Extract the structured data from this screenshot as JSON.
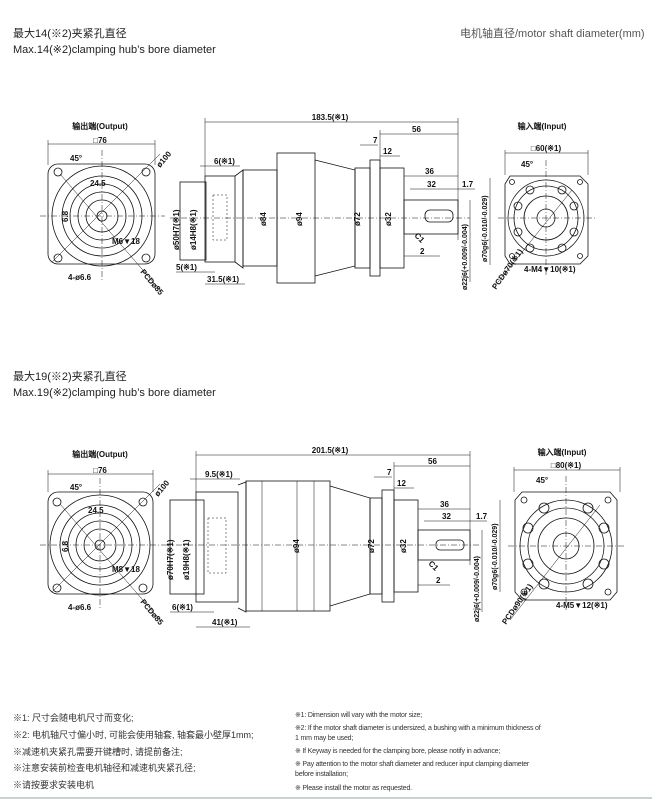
{
  "section1": {
    "title_cn": "最大14(※2)夹紧孔直径",
    "title_en": "Max.14(※2)clamping hub’s bore diameter",
    "unit_label": "电机轴直径/motor shaft diameter(mm)",
    "output_view": {
      "title": "输出端(Output)",
      "square": "□76",
      "angle": "45°",
      "pcd_outer": "ø100",
      "key_width": "24.5",
      "key_height": "6.8",
      "thread": "M6▼18",
      "holes": "4-ø6.6",
      "pcd": "PCDø85"
    },
    "side_view": {
      "overall": "183.5(※1)",
      "d56": "56",
      "d7": "7",
      "d12": "12",
      "d36": "36",
      "d32": "32",
      "d17": "1.7",
      "d2": "2",
      "c1": "C1",
      "d6": "6(※1)",
      "d5": "5(※1)",
      "d315": "31.5(※1)",
      "bore_pilot": "ø50H7(※1)",
      "bore_hub": "ø14H8(※1)",
      "dia84": "ø84",
      "dia94": "ø94",
      "dia72": "ø72",
      "dia32": "ø32",
      "pilot_out": "ø70g6(-0.010/-0.029)",
      "shaft": "ø22j6(+0.009/-0.004)"
    },
    "input_view": {
      "title": "输入端(Input)",
      "square": "□60(※1)",
      "angle": "45°",
      "thread": "4-M4▼10(※1)",
      "pcd": "PCDø70(※1)"
    }
  },
  "section2": {
    "title_cn": "最大19(※2)夹紧孔直径",
    "title_en": "Max.19(※2)clamping hub’s bore diameter",
    "output_view": {
      "title": "输出端(Output)",
      "square": "□76",
      "angle": "45°",
      "pcd_outer": "ø100",
      "key_width": "24.5",
      "key_height": "6.8",
      "thread": "M8▼18",
      "holes": "4-ø6.6",
      "pcd": "PCDø85"
    },
    "side_view": {
      "overall": "201.5(※1)",
      "d56": "56",
      "d7": "7",
      "d12": "12",
      "d36": "36",
      "d32": "32",
      "d17": "1.7",
      "d2": "2",
      "c1": "C1",
      "d95": "9.5(※1)",
      "d6": "6(※1)",
      "d41": "41(※1)",
      "bore_pilot": "ø70H7(※1)",
      "bore_hub": "ø19H8(※1)",
      "dia94": "ø94",
      "dia72": "ø72",
      "dia32": "ø32",
      "pilot_out": "ø70g6(-0.010/-0.029)",
      "shaft": "ø22j6(+0.009/-0.004)"
    },
    "input_view": {
      "title": "输入端(Input)",
      "square": "□80(※1)",
      "angle": "45°",
      "thread": "4-M5▼12(※1)",
      "pcd": "PCDø90(※1)"
    }
  },
  "notes_cn": [
    "※1: 尺寸会随电机尺寸而变化;",
    "※2: 电机轴尺寸偏小时, 可能会使用轴套, 轴套最小壁厚1mm;",
    "※减速机夹紧孔需要开键槽时, 请提前备注;",
    "※注意安装前检查电机轴径和减速机夹紧孔径;",
    "※请按要求安装电机"
  ],
  "notes_en": [
    "※1: Dimension will vary with the motor size;",
    "※2: If the motor shaft diameter is undersized, a bushing with a minimum thickness of",
    "1 mm may be used;",
    "※ If Keyway is needed for the clamping bore, please notify in advance;",
    "※ Pay attention to the motor shaft diameter and reducer input clamping diameter",
    "before installation;",
    "※ Please install the motor as requested."
  ]
}
